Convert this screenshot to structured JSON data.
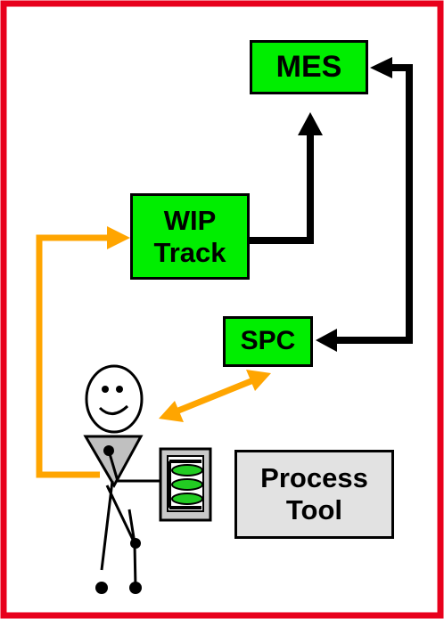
{
  "boxes": {
    "mes": {
      "label": "MES"
    },
    "wip": {
      "line1": "WIP",
      "line2": "Track"
    },
    "spc": {
      "label": "SPC"
    },
    "tool": {
      "line1": "Process",
      "line2": "Tool"
    }
  },
  "colors": {
    "border_frame": "#e8001c",
    "system_box": "#00ee00",
    "tool_box": "#e2e2e2",
    "data_arrow": "#000000",
    "operator_arrow": "#ffa500"
  },
  "icons": [
    "stick-figure-operator-icon",
    "wafer-cassette-icon"
  ]
}
